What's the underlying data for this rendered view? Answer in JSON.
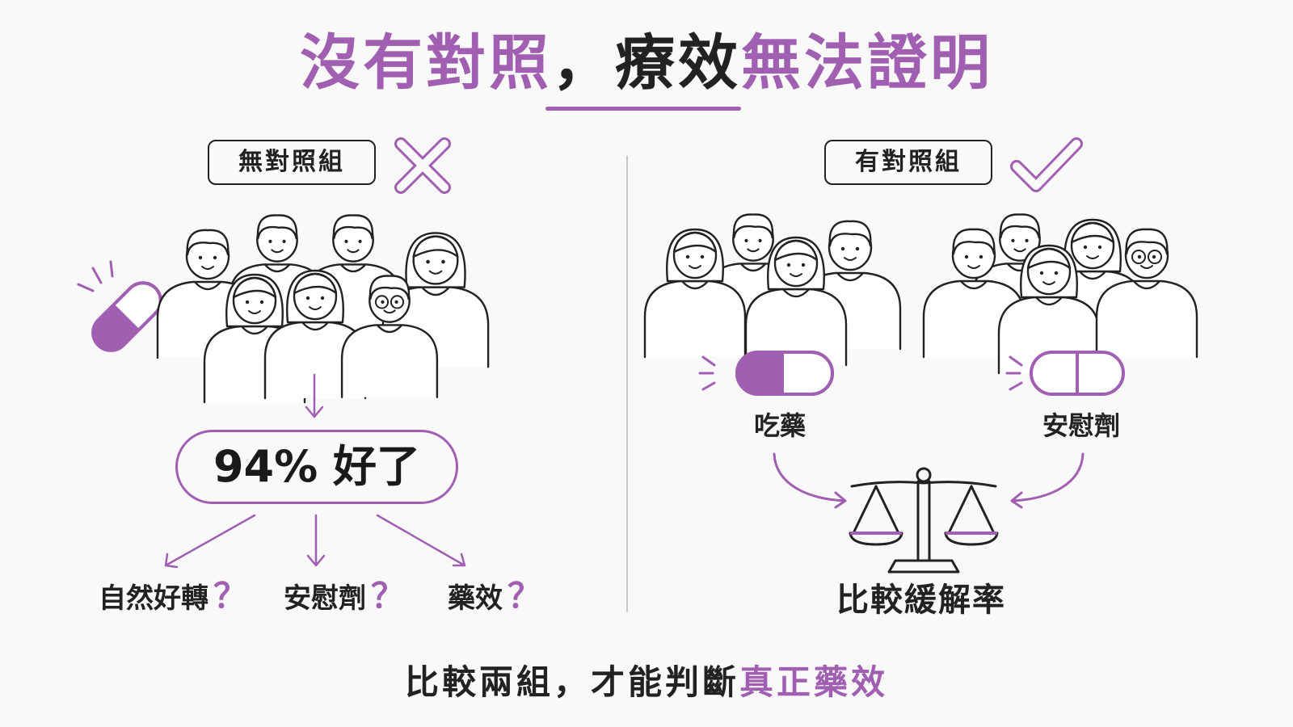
{
  "title": {
    "part1": "沒有對照",
    "comma": "，",
    "part2": "療效",
    "part3": "無法證明"
  },
  "left": {
    "tag": "無對照組",
    "result": "94% 好了",
    "questions": [
      {
        "text": "自然好轉",
        "mark": "？"
      },
      {
        "text": "安慰劑",
        "mark": "？"
      },
      {
        "text": "藥效",
        "mark": "？"
      }
    ]
  },
  "right": {
    "tag": "有對照組",
    "group_drug": "吃藥",
    "group_placebo": "安慰劑",
    "compare": "比較緩解率"
  },
  "bottom": {
    "part1": "比較兩組，才能判斷",
    "part2": "真正藥效"
  },
  "colors": {
    "accent": "#a05fb0",
    "ink": "#222222",
    "background": "#f9f9fa"
  }
}
